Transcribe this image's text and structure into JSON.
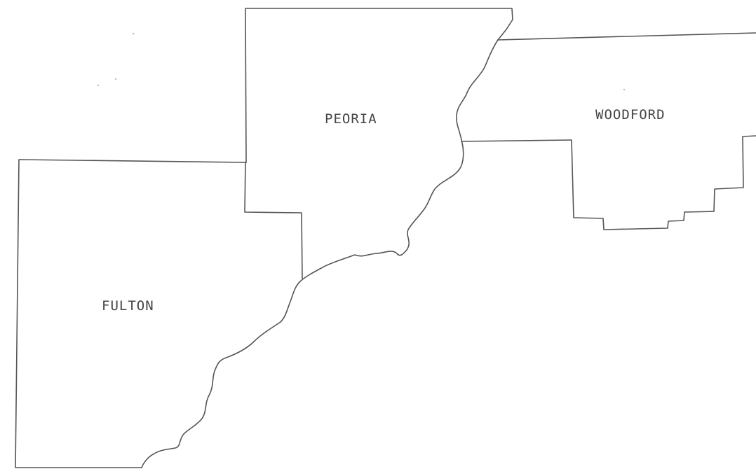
{
  "map": {
    "counties": [
      {
        "id": "peoria",
        "label": "PEORIA"
      },
      {
        "id": "woodford",
        "label": "WOODFORD"
      },
      {
        "id": "fulton",
        "label": "FULTON"
      }
    ],
    "colors": {
      "background": "#ffffff",
      "line": "#555555",
      "label": "#444444"
    }
  }
}
